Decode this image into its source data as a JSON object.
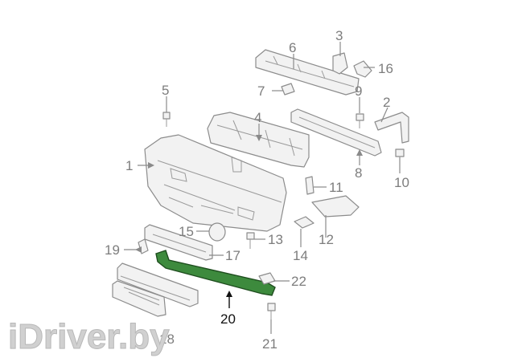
{
  "callouts": {
    "c1": "1",
    "c2": "2",
    "c3": "3",
    "c4": "4",
    "c5": "5",
    "c6": "6",
    "c7": "7",
    "c8": "8",
    "c9": "9",
    "c10": "10",
    "c11": "11",
    "c12": "12",
    "c13": "13",
    "c14": "14",
    "c15": "15",
    "c16": "16",
    "c17": "17",
    "c18": "18",
    "c19": "19",
    "c20": "20",
    "c21": "21",
    "c22": "22"
  },
  "highlighted_part": "20",
  "colors": {
    "highlight": "#3d8a3d",
    "line_art": "#8c8c8c",
    "watermark": "#cfcfcf"
  },
  "watermark": "iDriver.by"
}
